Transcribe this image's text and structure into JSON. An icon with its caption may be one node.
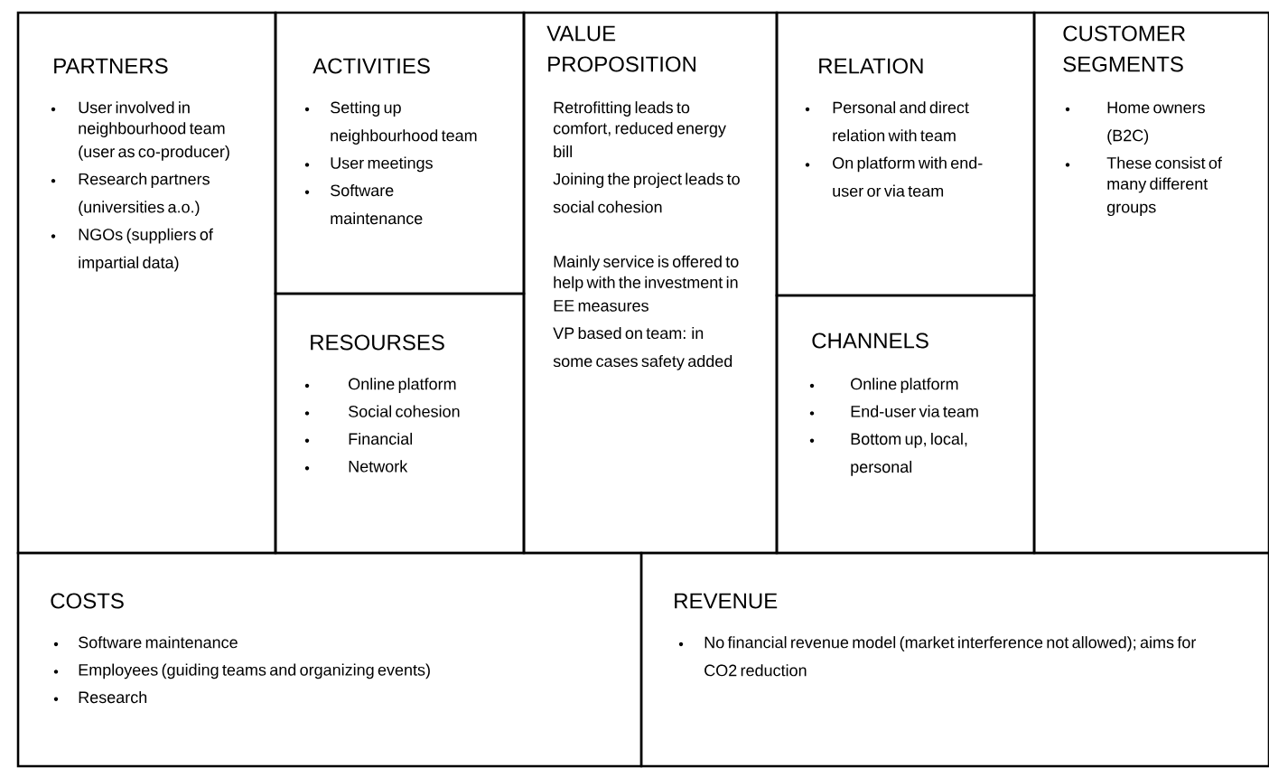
{
  "diagram": {
    "nodes": [
      {
        "text": [
          "PARTNERS",
          "User involved in neighbourhood team (user as co-producer)",
          "Research partners (universities a.o.)",
          "NGOs (suppliers of impartial data)"
        ]
      },
      {
        "text": [
          "ACTIVITIES",
          "Setting up neighbourhood team",
          "User meetings",
          "Software maintenance"
        ]
      },
      {
        "text": [
          "RESOURSES",
          "Online platform",
          "Social cohesion",
          "Financial",
          "Network"
        ]
      },
      {
        "text": [
          "VALUE PROPOSITION",
          "Retrofitting leads to comfort, reduced energy bill",
          "Joining the project leads to social cohesion",
          "Mainly service is offered to help with the investment in EE measures",
          "VP based on team: in some cases safety added"
        ]
      },
      {
        "text": [
          "RELATION",
          "Personal and direct relation with team",
          "On platform with end-user or via team"
        ]
      },
      {
        "text": [
          "CHANNELS",
          "Online platform",
          "End-user via team",
          "Bottom up, local, personal"
        ]
      },
      {
        "text": [
          "CUSTOMER SEGMENTS",
          "Home owners (B2C)",
          "These consist of many different groups"
        ]
      },
      {
        "text": [
          "COSTS",
          "Software maintenance",
          "Employees (guiding teams and organizing events)",
          "Research"
        ]
      },
      {
        "text": [
          "REVENUE",
          "No financial revenue model (market interference not allowed); aims for CO2 reduction"
        ]
      }
    ]
  }
}
